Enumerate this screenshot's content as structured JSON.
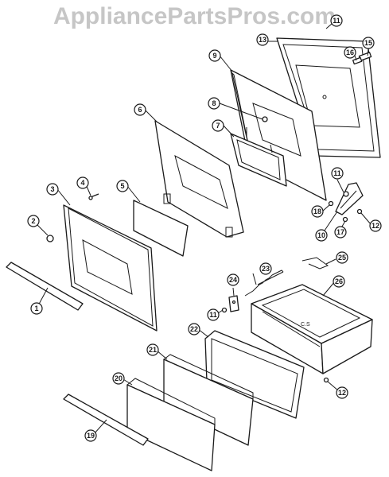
{
  "watermark": "AppliancePartsPros.com",
  "callouts": [
    {
      "id": "c1",
      "label": "1"
    },
    {
      "id": "c2",
      "label": "2"
    },
    {
      "id": "c3",
      "label": "3"
    },
    {
      "id": "c4",
      "label": "4"
    },
    {
      "id": "c5",
      "label": "5"
    },
    {
      "id": "c6",
      "label": "6"
    },
    {
      "id": "c7",
      "label": "7"
    },
    {
      "id": "c8",
      "label": "8"
    },
    {
      "id": "c9",
      "label": "9"
    },
    {
      "id": "c10",
      "label": "10"
    },
    {
      "id": "c11a",
      "label": "11"
    },
    {
      "id": "c11b",
      "label": "11"
    },
    {
      "id": "c11c",
      "label": "11"
    },
    {
      "id": "c12a",
      "label": "12"
    },
    {
      "id": "c12b",
      "label": "12"
    },
    {
      "id": "c13",
      "label": "13"
    },
    {
      "id": "c15",
      "label": "15"
    },
    {
      "id": "c16",
      "label": "16"
    },
    {
      "id": "c17",
      "label": "17"
    },
    {
      "id": "c18",
      "label": "18"
    },
    {
      "id": "c19",
      "label": "19"
    },
    {
      "id": "c20",
      "label": "20"
    },
    {
      "id": "c21",
      "label": "21"
    },
    {
      "id": "c22",
      "label": "22"
    },
    {
      "id": "c23",
      "label": "23"
    },
    {
      "id": "c24",
      "label": "24"
    },
    {
      "id": "c25",
      "label": "25"
    },
    {
      "id": "c26",
      "label": "26"
    }
  ]
}
